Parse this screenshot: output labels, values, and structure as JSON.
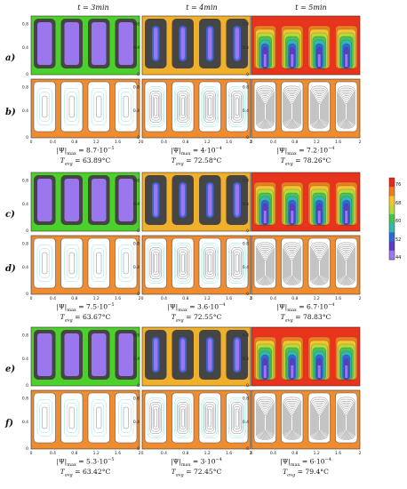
{
  "columns": [
    {
      "label": "t = 3min"
    },
    {
      "label": "t = 4min"
    },
    {
      "label": "t = 5min"
    }
  ],
  "row_labels": [
    "a)",
    "b)",
    "c)",
    "d)",
    "e)",
    "f)"
  ],
  "y_ticks": [
    "0",
    "0.4",
    "0.8"
  ],
  "x_ticks": [
    "0",
    "0.4",
    "0.8",
    "1.2",
    "1.6",
    "2"
  ],
  "colorbar": {
    "ticks": [
      "76",
      "68",
      "60",
      "52",
      "44"
    ],
    "colors": [
      "#e8281c",
      "#ef7b22",
      "#f2c630",
      "#b7d93a",
      "#44c454",
      "#35b7ae",
      "#2f68d6",
      "#5b3bc0",
      "#9d78ee"
    ]
  },
  "groups": [
    {
      "stats": [
        {
          "psi_prefix": "|Ψ|",
          "psi_sub": "max",
          "psi_val": " = 8.7·10",
          "psi_exp": "−5",
          "t_label": "T",
          "t_sub": "avg",
          "t_val": " = 63.89°C"
        },
        {
          "psi_prefix": "|Ψ|",
          "psi_sub": "max",
          "psi_val": " = 4·10",
          "psi_exp": "−4",
          "t_label": "T",
          "t_sub": "avg",
          "t_val": " = 72.58°C"
        },
        {
          "psi_prefix": "|Ψ|",
          "psi_sub": "max",
          "psi_val": " = 7.2·10",
          "psi_exp": "−4",
          "t_label": "T",
          "t_sub": "avg",
          "t_val": " = 78.26°C"
        }
      ]
    },
    {
      "stats": [
        {
          "psi_prefix": "|Ψ|",
          "psi_sub": "max",
          "psi_val": " = 7.5·10",
          "psi_exp": "−5",
          "t_label": "T",
          "t_sub": "avg",
          "t_val": " = 63.67°C"
        },
        {
          "psi_prefix": "|Ψ|",
          "psi_sub": "max",
          "psi_val": " = 3.6·10",
          "psi_exp": "−4",
          "t_label": "T",
          "t_sub": "avg",
          "t_val": " = 72.55°C"
        },
        {
          "psi_prefix": "|Ψ|",
          "psi_sub": "max",
          "psi_val": " = 6.7·10",
          "psi_exp": "−4",
          "t_label": "T",
          "t_sub": "avg",
          "t_val": " = 78.83°C"
        }
      ]
    },
    {
      "stats": [
        {
          "psi_prefix": "|Ψ|",
          "psi_sub": "max",
          "psi_val": " = 5.3·10",
          "psi_exp": "−5",
          "t_label": "T",
          "t_sub": "avg",
          "t_val": " = 63.42°C"
        },
        {
          "psi_prefix": "|Ψ|",
          "psi_sub": "max",
          "psi_val": " = 3·10",
          "psi_exp": "−4",
          "t_label": "T",
          "t_sub": "avg",
          "t_val": " = 72.45°C"
        },
        {
          "psi_prefix": "|Ψ|",
          "psi_sub": "max",
          "psi_val": " = 6·10",
          "psi_exp": "−4",
          "t_label": "T",
          "t_sub": "avg",
          "t_val": " = 79.4°C"
        }
      ]
    }
  ],
  "palette": {
    "green_bg": "#4bd12a",
    "yellow_bg": "#f1b02a",
    "red_bg": "#e8341c",
    "orange_bg": "#ef8c2f",
    "cell_dark": "#454545",
    "purple": "#9b77ee",
    "blue": "#3f63d6",
    "cyan": "#5fd5d5"
  }
}
